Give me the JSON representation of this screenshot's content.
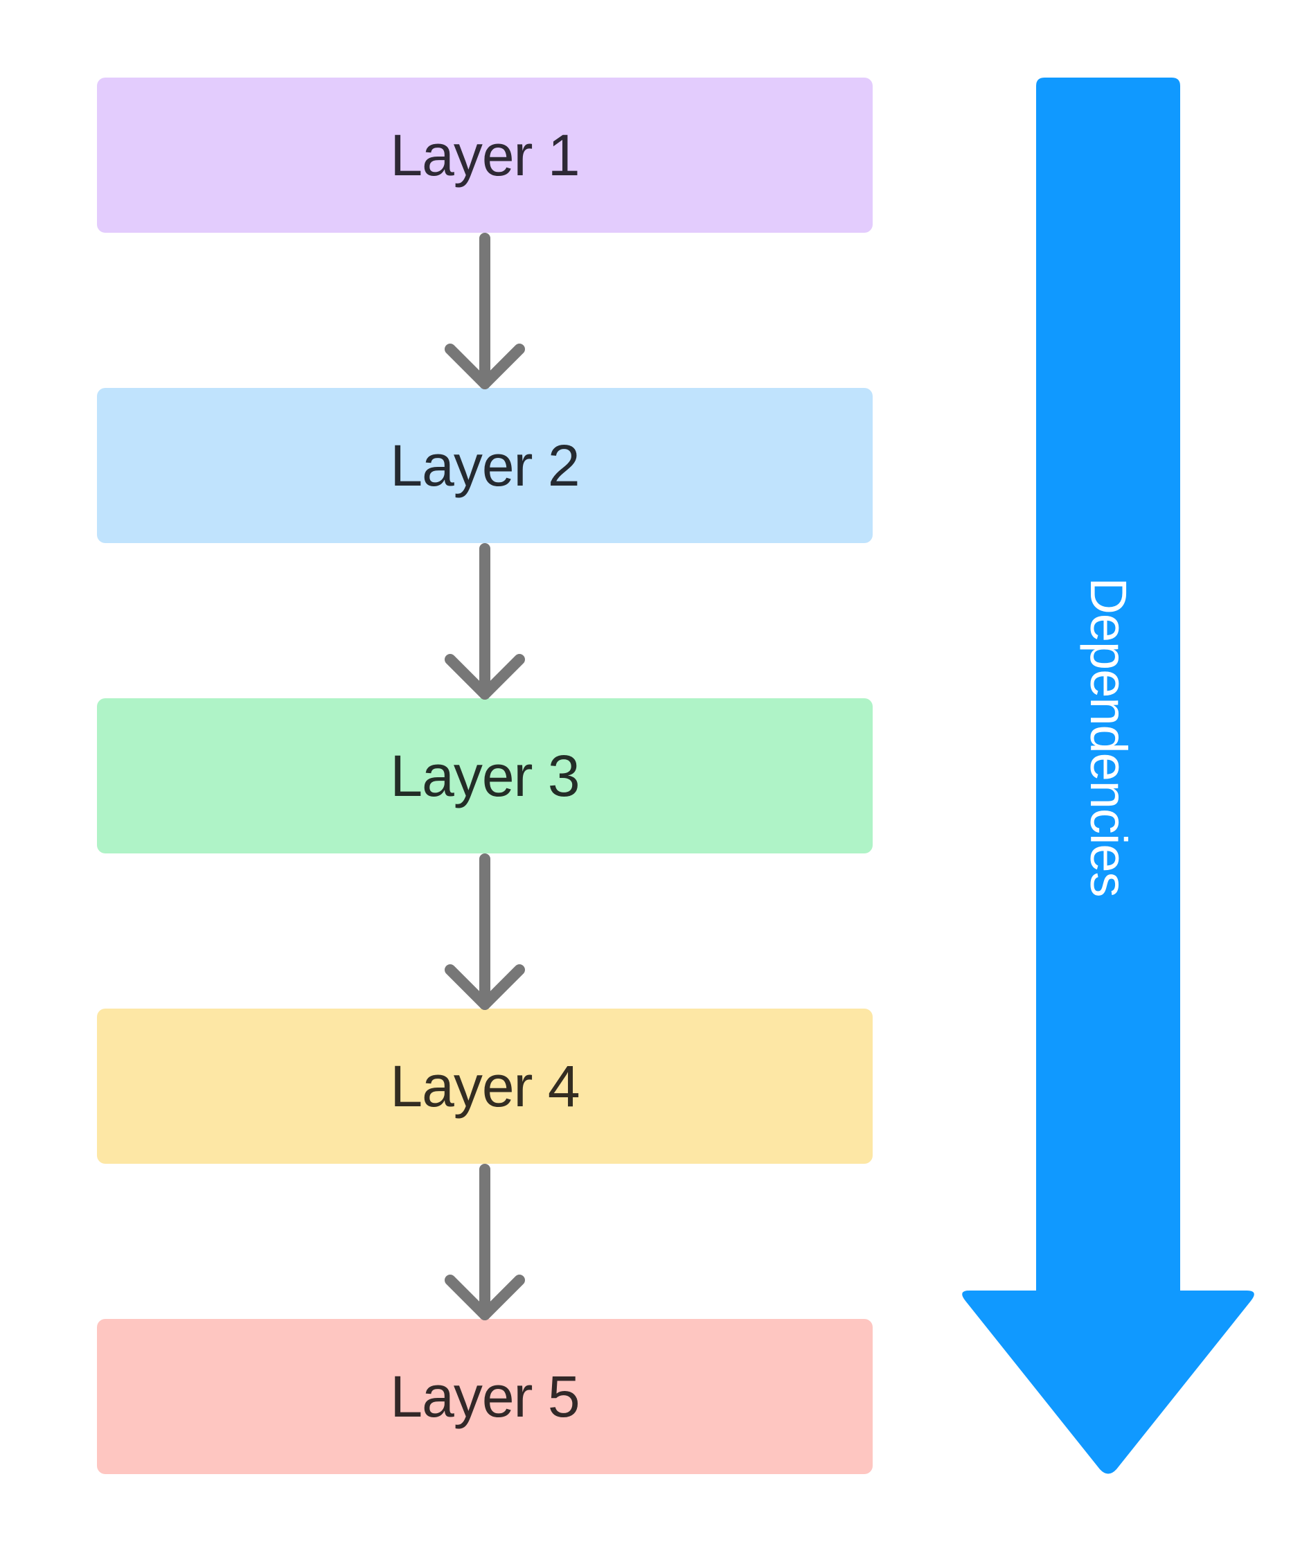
{
  "diagram": {
    "layers": [
      {
        "label": "Layer 1",
        "fill": "#E3CCFD",
        "text_color": "#2E2935"
      },
      {
        "label": "Layer 2",
        "fill": "#C0E3FD",
        "text_color": "#242A31"
      },
      {
        "label": "Layer 3",
        "fill": "#AFF3C7",
        "text_color": "#232D27"
      },
      {
        "label": "Layer 4",
        "fill": "#FDE7A5",
        "text_color": "#332D22"
      },
      {
        "label": "Layer 5",
        "fill": "#FEC6C1",
        "text_color": "#322828"
      }
    ],
    "connectors": [
      {
        "from": "Layer 1",
        "to": "Layer 2"
      },
      {
        "from": "Layer 2",
        "to": "Layer 3"
      },
      {
        "from": "Layer 3",
        "to": "Layer 4"
      },
      {
        "from": "Layer 4",
        "to": "Layer 5"
      }
    ],
    "connector_color": "#777777",
    "dependency_arrow": {
      "label": "Dependencies",
      "direction": "down",
      "fill": "#1099FF",
      "text_color": "#FFFFFF"
    }
  }
}
